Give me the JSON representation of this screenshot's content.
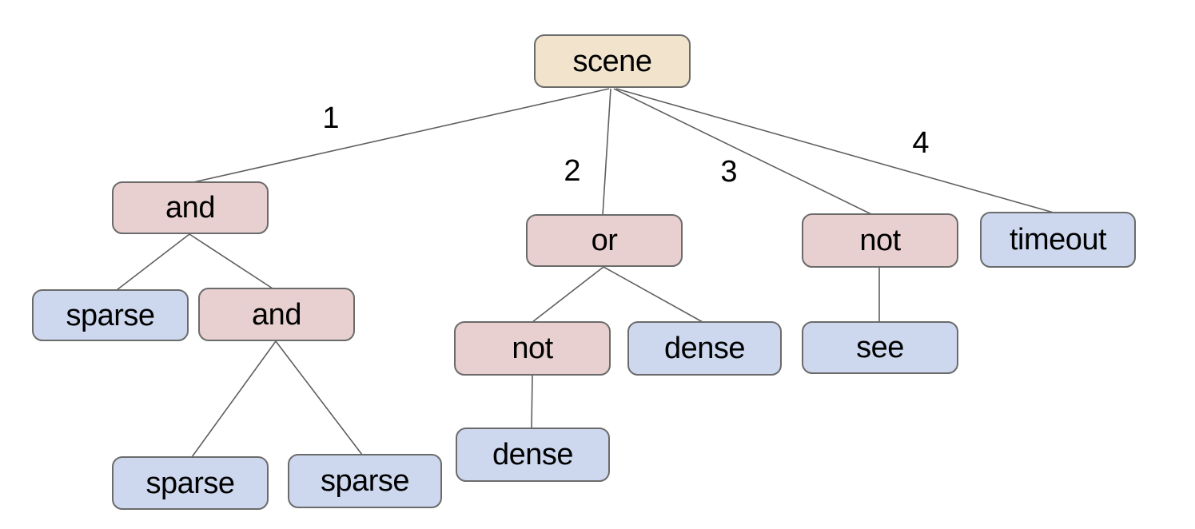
{
  "diagram": {
    "kind": "behavior-tree",
    "background": "#ffffff",
    "palette": {
      "root_fill": "#f2e4cc",
      "operator_fill": "#e8d0d0",
      "leaf_fill": "#cdd8ef",
      "node_border": "#6b6b6b",
      "edge_color": "#5f5f5f",
      "text_color": "#000000"
    },
    "nodes": [
      {
        "id": "scene",
        "label": "scene",
        "kind": "root"
      },
      {
        "id": "and-1",
        "label": "and",
        "kind": "operator"
      },
      {
        "id": "or-1",
        "label": "or",
        "kind": "operator"
      },
      {
        "id": "not-1",
        "label": "not",
        "kind": "operator"
      },
      {
        "id": "timeout-1",
        "label": "timeout",
        "kind": "leaf"
      },
      {
        "id": "sparse-1",
        "label": "sparse",
        "kind": "leaf"
      },
      {
        "id": "and-2",
        "label": "and",
        "kind": "operator"
      },
      {
        "id": "not-2",
        "label": "not",
        "kind": "operator"
      },
      {
        "id": "dense-1",
        "label": "dense",
        "kind": "leaf"
      },
      {
        "id": "see-1",
        "label": "see",
        "kind": "leaf"
      },
      {
        "id": "sparse-2",
        "label": "sparse",
        "kind": "leaf"
      },
      {
        "id": "sparse-3",
        "label": "sparse",
        "kind": "leaf"
      },
      {
        "id": "dense-2",
        "label": "dense",
        "kind": "leaf"
      }
    ],
    "edges": [
      {
        "from": "scene",
        "to": "and-1",
        "label": "1"
      },
      {
        "from": "scene",
        "to": "or-1",
        "label": "2"
      },
      {
        "from": "scene",
        "to": "not-1",
        "label": "3"
      },
      {
        "from": "scene",
        "to": "timeout-1",
        "label": "4"
      },
      {
        "from": "and-1",
        "to": "sparse-1"
      },
      {
        "from": "and-1",
        "to": "and-2"
      },
      {
        "from": "or-1",
        "to": "not-2"
      },
      {
        "from": "or-1",
        "to": "dense-1"
      },
      {
        "from": "not-1",
        "to": "see-1"
      },
      {
        "from": "and-2",
        "to": "sparse-2"
      },
      {
        "from": "and-2",
        "to": "sparse-3"
      },
      {
        "from": "not-2",
        "to": "dense-2"
      }
    ]
  }
}
